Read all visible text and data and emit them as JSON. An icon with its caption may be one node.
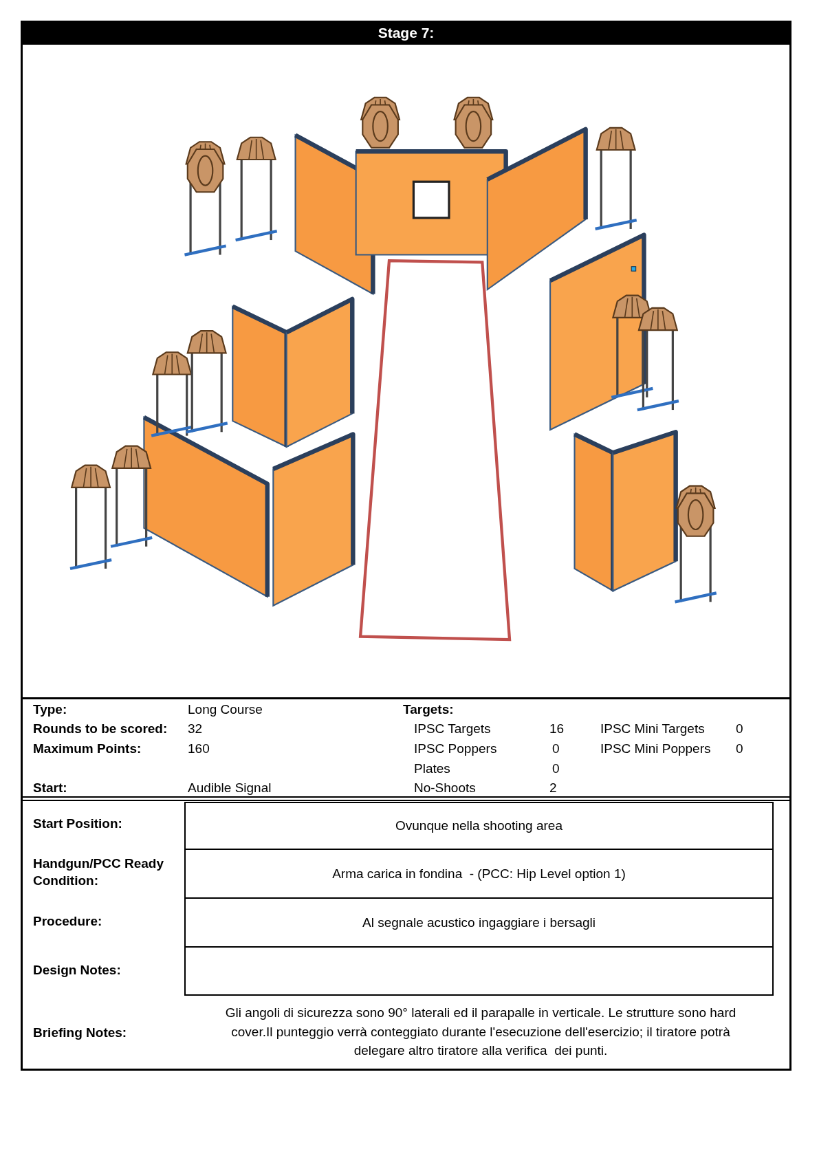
{
  "diagram": {
    "title": "Stage 7:",
    "nodes": [
      {
        "text": [],
        "shape": "box"
      }
    ],
    "labels": [
      "Type:",
      "Long Course",
      "Targets:",
      "Rounds to be scored:",
      "32",
      "IPSC Targets",
      "16",
      "IPSC Mini Targets",
      "0",
      "Maximum Points:",
      "160",
      "IPSC Poppers",
      "0",
      "IPSC Mini Poppers",
      "0",
      "Plates",
      "0",
      "Start:",
      "Audible Signal",
      "No-Shoots",
      "2",
      "Start Position:",
      "Ovunque nella shooting area",
      "Handgun/PCC Ready Condition:",
      "Arma carica in fondina  - (PCC: Hip Level option 1)",
      "Procedure:",
      "Al segnale acustico ingaggiare i bersagli",
      "Design Notes:",
      "Briefing Notes:",
      "Gli angoli di sicurezza sono 90° laterali ed il parapalle in verticale. Le strutture sono hard cover.Il punteggio verrà conteggiato durante l'esecuzione dell'esercizio; il tiratore potrà delegare altro tiratore alla verifica  dei punti."
    ]
  }
}
